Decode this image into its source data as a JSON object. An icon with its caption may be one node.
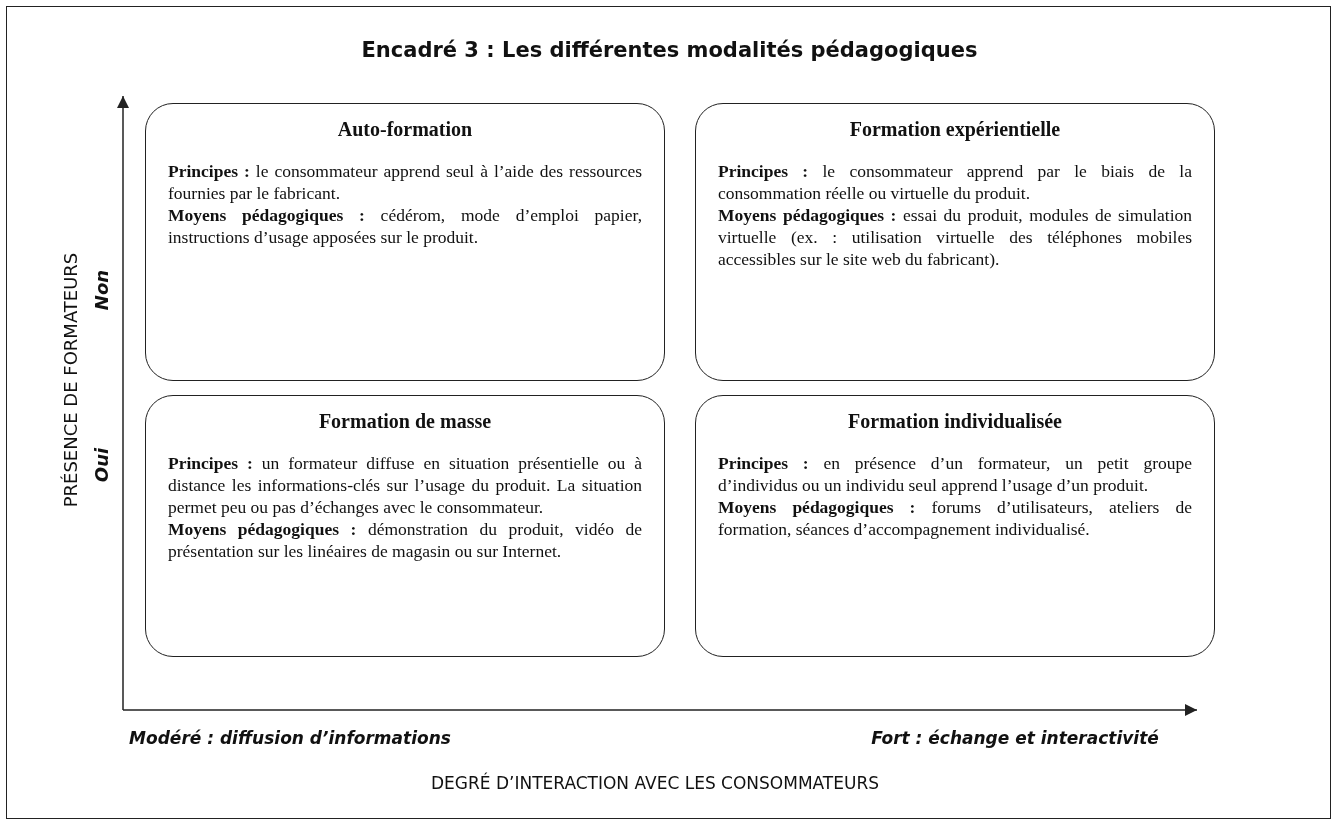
{
  "diagram": {
    "title": "Encadré 3 : Les différentes modalités pédagogiques",
    "nodes": [
      {
        "text": [
          "Auto-formation",
          "**Principes :** le consommateur apprend seul à l’aide des ressources fournies par le fabricant.",
          "**Moyens pédagogiques :** cédérom, mode d’emploi papier, instructions d’usage apposées sur le produit."
        ]
      },
      {
        "text": [
          "Formation expérientielle",
          "**Principes :** le consommateur apprend par le biais de la consommation réelle ou virtuelle du produit.",
          "**Moyens pédagogiques :** essai du produit, modules de simulation virtuelle (ex. : utilisation virtuelle des téléphones mobiles accessibles sur le site web du fabricant)."
        ]
      },
      {
        "text": [
          "Formation de masse",
          "**Principes :** un formateur diffuse en situation présentielle ou à distance les informations-clés sur l’usage du produit. La situation permet peu ou pas d’échanges avec le consommateur.",
          "**Moyens pédagogiques :** démonstration du produit, vidéo de présentation sur les linéaires de magasin ou sur Internet."
        ]
      },
      {
        "text": [
          "Formation individualisée",
          "**Principes :** en présence d’un formateur, un petit groupe d’individus ou un individu seul apprend l’usage d’un produit.",
          "**Moyens pédagogiques :** forums d’utilisateurs, ateliers de formation, séances d’accompagnement individualisé."
        ]
      }
    ],
    "edges": [],
    "labels": [
      "PRÉSENCE DE FORMATEURS",
      "Non",
      "Oui",
      "Modéré : diffusion d’informations",
      "Fort : échange et interactivité",
      "DEGRÉ D’INTERACTION AVEC LES CONSOMMATEURS"
    ]
  }
}
